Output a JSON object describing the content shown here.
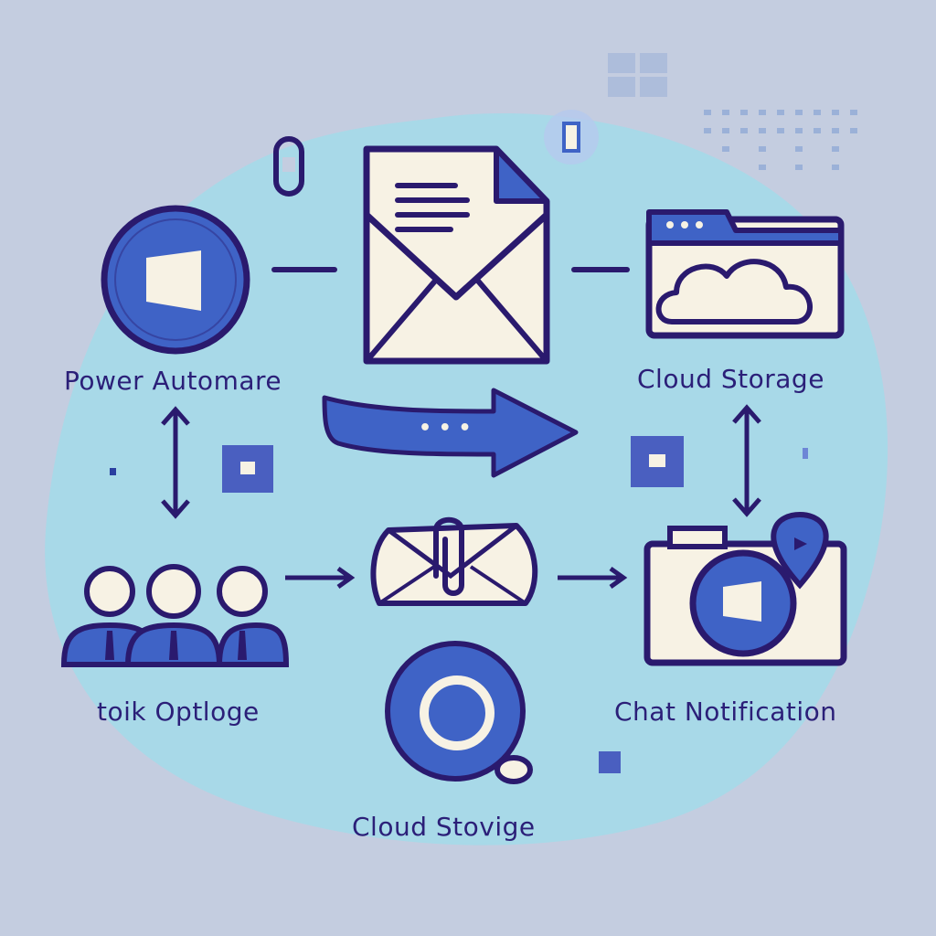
{
  "colors": {
    "background": "#c4cde0",
    "blob": "#a8d9e8",
    "navy": "#2a1a6e",
    "blue": "#3f63c6",
    "cream": "#f7f2e4"
  },
  "nodes": {
    "power_automate": {
      "label": "Power Automare",
      "icon": "power-automate-circle-icon"
    },
    "email": {
      "icon": "envelope-document-icon"
    },
    "cloud_storage_top": {
      "label": "Cloud Storage",
      "icon": "cloud-folder-icon"
    },
    "team": {
      "label": "toik Optloge",
      "icon": "people-group-icon"
    },
    "attachment": {
      "icon": "envelope-paperclip-icon"
    },
    "chat_notification": {
      "label": "Chat Notification",
      "icon": "camera-location-icon"
    },
    "cloud_storage_bottom": {
      "label": "Cloud Stovige",
      "icon": "ring-circle-icon"
    }
  },
  "flow_arrow": {
    "label": "• • •",
    "icon": "right-arrow-icon"
  }
}
